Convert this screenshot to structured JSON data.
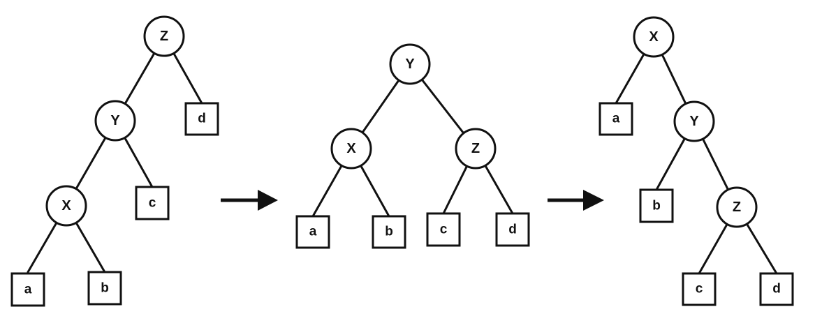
{
  "diagram": {
    "trees": [
      {
        "internal_nodes": [
          {
            "id": "z",
            "label": "Z"
          },
          {
            "id": "y",
            "label": "Y"
          },
          {
            "id": "x",
            "label": "X"
          }
        ],
        "leaves": [
          {
            "id": "a",
            "label": "a"
          },
          {
            "id": "b",
            "label": "b"
          },
          {
            "id": "c",
            "label": "c"
          },
          {
            "id": "d",
            "label": "d"
          }
        ]
      },
      {
        "internal_nodes": [
          {
            "id": "y",
            "label": "Y"
          },
          {
            "id": "x",
            "label": "X"
          },
          {
            "id": "z",
            "label": "Z"
          }
        ],
        "leaves": [
          {
            "id": "a",
            "label": "a"
          },
          {
            "id": "b",
            "label": "b"
          },
          {
            "id": "c",
            "label": "c"
          },
          {
            "id": "d",
            "label": "d"
          }
        ]
      },
      {
        "internal_nodes": [
          {
            "id": "x",
            "label": "X"
          },
          {
            "id": "y",
            "label": "Y"
          },
          {
            "id": "z",
            "label": "Z"
          }
        ],
        "leaves": [
          {
            "id": "a",
            "label": "a"
          },
          {
            "id": "b",
            "label": "b"
          },
          {
            "id": "c",
            "label": "c"
          },
          {
            "id": "d",
            "label": "d"
          }
        ]
      }
    ],
    "arrows": [
      {
        "from_tree": 0,
        "to_tree": 1
      },
      {
        "from_tree": 1,
        "to_tree": 2
      }
    ]
  },
  "colors": {
    "stroke": "#111111",
    "background": "#ffffff"
  }
}
